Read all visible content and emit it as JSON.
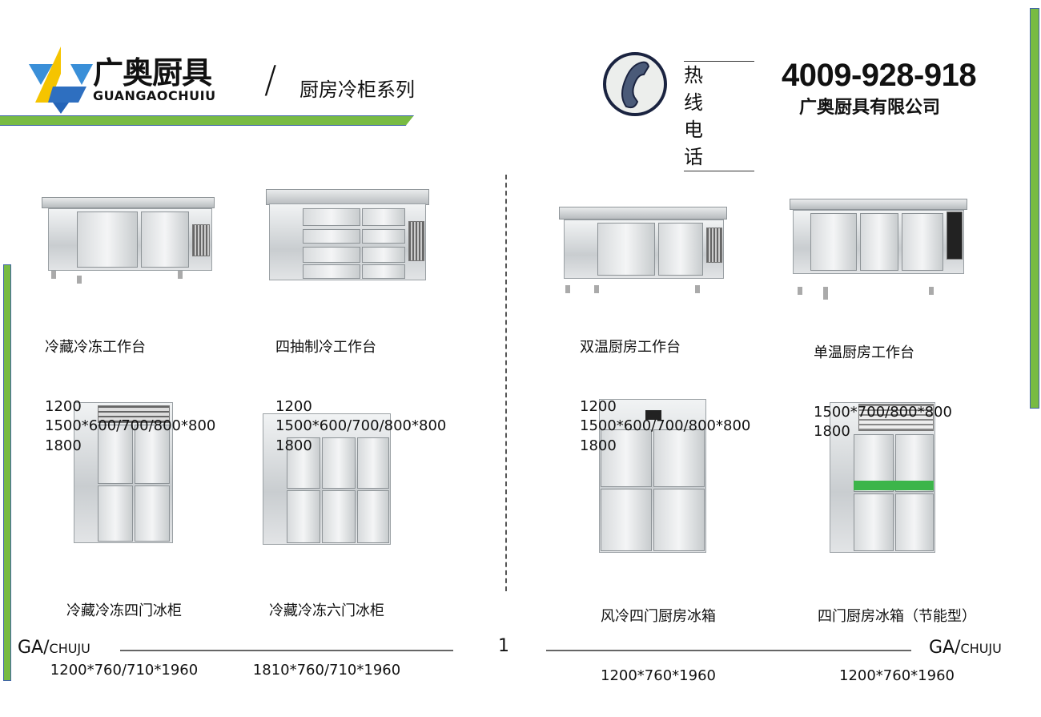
{
  "header": {
    "logo_cn": "广奥厨具",
    "logo_en": "GUANGAOCHUIU",
    "separator": "/",
    "section_title": "厨房冷柜系列",
    "hotline_label_1": "热 线",
    "hotline_label_2": "电 话",
    "phone": "4009-928-918",
    "company": "广奥厨具有限公司"
  },
  "products": [
    {
      "name": "冷藏冷冻工作台",
      "specs": "1200\n1500*600/700/800*800\n1800"
    },
    {
      "name": "四抽制冷工作台",
      "specs": "1200\n1500*600/700/800*800\n1800"
    },
    {
      "name": "双温厨房工作台",
      "specs": "1200\n1500*600/700/800*800\n1800"
    },
    {
      "name": "单温厨房工作台",
      "specs": "1500*700/800*800\n1800"
    },
    {
      "name": "冷藏冷冻四门冰柜",
      "specs": "1200*760/710*1960"
    },
    {
      "name": "冷藏冷冻六门冰柜",
      "specs": "1810*760/710*1960"
    },
    {
      "name": "风冷四门厨房冰箱",
      "specs": "1200*760*1960"
    },
    {
      "name": "四门厨房冰箱（节能型）",
      "specs": "1200*760*1960"
    }
  ],
  "footer": {
    "left_brand_big": "GA/",
    "left_brand_small": "CHUJU",
    "page_number": "1",
    "right_brand_big": "GA/",
    "right_brand_small": "CHUJU"
  },
  "colors": {
    "accent_green": "#78bb43",
    "border_blue": "#3f64a8",
    "logo_yellow": "#f5c400",
    "logo_blue": "#2e7fd0"
  }
}
